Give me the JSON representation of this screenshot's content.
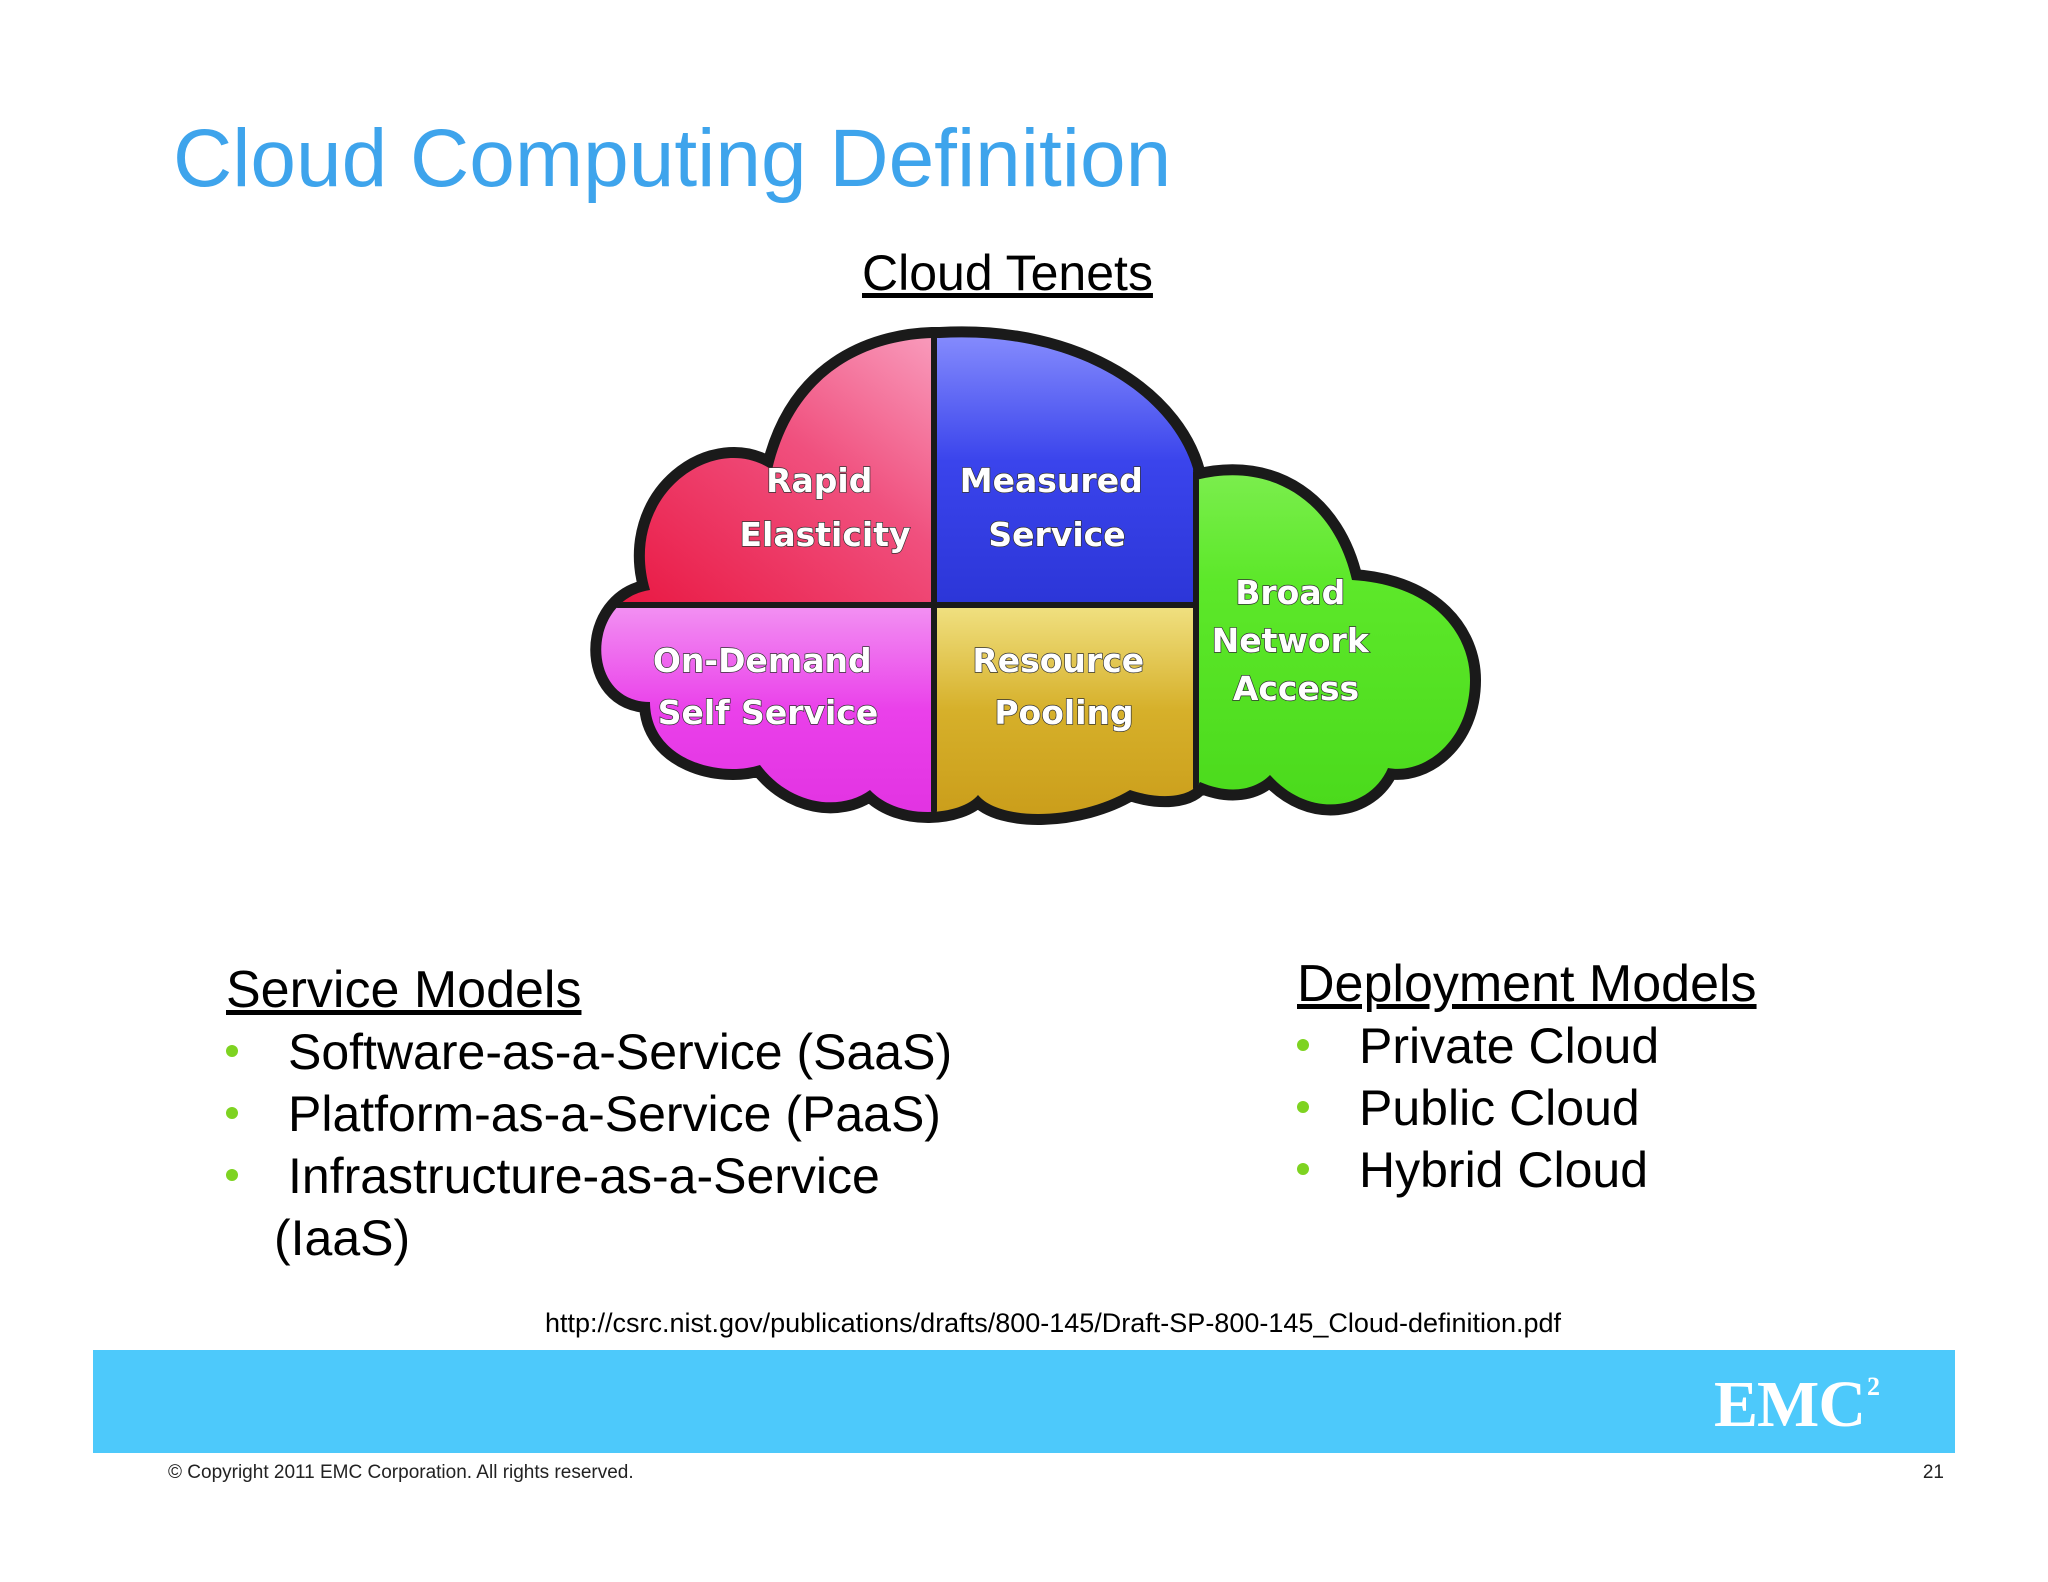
{
  "slide": {
    "title": "Cloud Computing Definition",
    "page_number": "21",
    "copyright": "© Copyright 2011 EMC Corporation. All rights reserved.",
    "source_url": "http://csrc.nist.gov/publications/drafts/800-145/Draft-SP-800-145_Cloud-definition.pdf",
    "logo_text": "EMC",
    "logo_superscript": "2"
  },
  "cloud": {
    "heading": "Cloud Tenets",
    "tenets": [
      {
        "lines": [
          "Rapid",
          "Elasticity"
        ],
        "color": "#e8185a"
      },
      {
        "lines": [
          "Measured",
          "Service"
        ],
        "color": "#3542e8"
      },
      {
        "lines": [
          "On-Demand",
          "Self Service"
        ],
        "color": "#e63ee6"
      },
      {
        "lines": [
          "Resource",
          "Pooling"
        ],
        "color": "#d9b01e"
      },
      {
        "lines": [
          "Broad",
          "Network",
          "Access"
        ],
        "color": "#4ee01c"
      }
    ]
  },
  "service_models": {
    "heading": "Service Models",
    "items": [
      "Software-as-a-Service (SaaS)",
      "Platform-as-a-Service (PaaS)",
      "Infrastructure-as-a-Service",
      "(IaaS)"
    ]
  },
  "deployment_models": {
    "heading": "Deployment Models",
    "items": [
      "Private Cloud",
      "Public Cloud",
      "Hybrid Cloud"
    ]
  },
  "colors": {
    "title": "#3ea4ec",
    "band": "#4dc9fb",
    "bullet": "#7ed321"
  }
}
